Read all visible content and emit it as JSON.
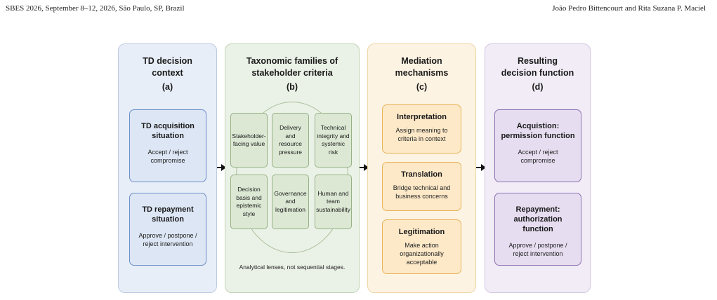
{
  "header": {
    "left": "SBES 2026, September 8–12, 2026, São Paulo, SP, Brazil",
    "right": "João Pedro Bittencourt and Rita Suzana P. Maciel"
  },
  "columns": {
    "a": {
      "title_line1": "TD decision",
      "title_line2": "context",
      "tag": "(a)",
      "boxes": [
        {
          "title_line1": "TD acquisition",
          "title_line2": "situation",
          "text_line1": "Accept / reject",
          "text_line2": "compromise"
        },
        {
          "title_line1": "TD repayment",
          "title_line2": "situation",
          "text_line1": "Approve / postpone /",
          "text_line2": "reject intervention"
        }
      ]
    },
    "b": {
      "title_line1": "Taxonomic families of",
      "title_line2": "stakeholder criteria",
      "tag": "(b)",
      "families": [
        [
          "Stakeholder-",
          "facing value"
        ],
        [
          "Delivery and",
          "resource",
          "pressure"
        ],
        [
          "Technical",
          "integrity and",
          "systemic",
          "risk"
        ],
        [
          "Decision",
          "basis and",
          "epistemic",
          "style"
        ],
        [
          "Governance",
          "and",
          "legitimation"
        ],
        [
          "Human and",
          "team",
          "sustainability"
        ]
      ],
      "note": "Analytical lenses, not sequential stages."
    },
    "c": {
      "title_line1": "Mediation",
      "title_line2": "mechanisms",
      "tag": "(c)",
      "boxes": [
        {
          "title": "Interpretation",
          "lines": [
            "Assign meaning to",
            "criteria in context"
          ]
        },
        {
          "title": "Translation",
          "lines": [
            "Bridge technical and",
            "business concerns"
          ]
        },
        {
          "title": "Legitimation",
          "lines": [
            "Make action",
            "organizationally",
            "acceptable"
          ]
        }
      ]
    },
    "d": {
      "title_line1": "Resulting",
      "title_line2": "decision function",
      "tag": "(d)",
      "boxes": [
        {
          "title_line1": "Acquistion:",
          "title_line2": "permission function",
          "text_line1": "Accept / reject",
          "text_line2": "compromise"
        },
        {
          "title_line1": "Repayment:",
          "title_line2": "authorization function",
          "text_line1": "Approve / postpone /",
          "text_line2": "reject intervention"
        }
      ]
    }
  }
}
